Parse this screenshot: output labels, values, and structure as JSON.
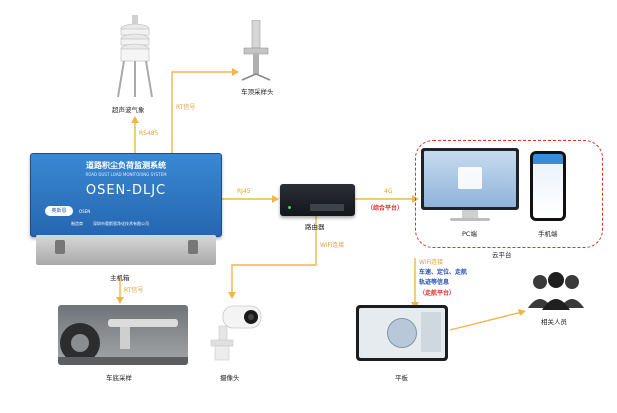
{
  "devices": {
    "weather_station": {
      "label": "超声波气象"
    },
    "dust_sampler_head": {
      "label": "车顶采样头"
    },
    "host": {
      "label": "主机箱",
      "title_cn": "道路积尘负荷监测系统",
      "title_en": "ROAD DUST LOAD MONITORING SYSTEM",
      "model": "OSEN-DLJC",
      "company": "深圳市奥斯恩净化技术有限公司",
      "company_prefix": "制造商",
      "logo_text": "奥斯恩",
      "brand_small": "OSEN"
    },
    "router": {
      "label": "路由器"
    },
    "pc": {
      "label": "PC端"
    },
    "phone": {
      "label": "手机端"
    },
    "tail_sampler": {
      "label": "车底采样"
    },
    "camera": {
      "label": "摄像头"
    },
    "tablet": {
      "label": "平板"
    },
    "personnel": {
      "label": "相关人员"
    }
  },
  "links": {
    "rs485": "RS485",
    "rt_sig_top": "RT信号",
    "rj45": "RJ45",
    "net_4g": "4G",
    "cloud_platform_tag": "（综合平台）",
    "cloud_label": "云平台",
    "wifi_camera": "WiFi连接",
    "rt_sig_bottom": "RT信号",
    "wifi_tablet": "WiFi连接",
    "info_line1": "车速、定位、走航",
    "info_line2": "轨迹等信息",
    "nav_platform_tag": "（走航平台）"
  },
  "colors": {
    "wire": "#f0b64a",
    "accent_red": "#d9322b",
    "accent_blue": "#2a52b8",
    "host_blue": "#2c78c6"
  }
}
